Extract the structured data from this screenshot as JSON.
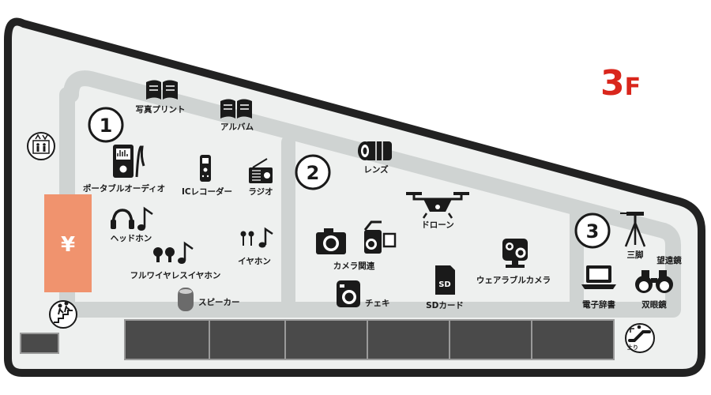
{
  "floor": {
    "number": "3",
    "suffix": "F"
  },
  "zones": [
    "1",
    "2",
    "3"
  ],
  "cashier_symbol": "¥",
  "labels": {
    "photo_print": "写真プリント",
    "album": "アルバム",
    "portable_audio": "ポータブルオーディオ",
    "ic_recorder": "ICレコーダー",
    "radio": "ラジオ",
    "headphones": "ヘッドホン",
    "earphones": "イヤホン",
    "true_wireless": "フルワイヤレスイヤホン",
    "speaker": "スピーカー",
    "lens": "レンズ",
    "drone": "ドローン",
    "camera": "カメラ関連",
    "cheki": "チェキ",
    "sd_card": "SDカード",
    "sd_icon": "SD",
    "wearable_camera": "ウェアラブルカメラ",
    "tripod": "三脚",
    "telescope": "望遠鏡",
    "e_dictionary": "電子辞書",
    "binoculars": "双眼鏡",
    "escalator_up": "上り"
  },
  "colors": {
    "outline": "#222222",
    "floor_fill": "#eef0ef",
    "aisle": "#cfd3d2",
    "cashier": "#f0936e",
    "shelf": "#4a4a4a",
    "floor_number": "#d9261c"
  },
  "icons": [
    "elevator-icon",
    "stairs-icon",
    "escalator-icon",
    "book-icon",
    "audio-player-icon",
    "ic-recorder-icon",
    "radio-icon",
    "headphones-icon",
    "earphones-icon",
    "speaker-icon",
    "lens-icon",
    "drone-icon",
    "camera-icon",
    "video-camera-icon",
    "instant-camera-icon",
    "sd-card-icon",
    "wearable-camera-icon",
    "tripod-icon",
    "laptop-icon",
    "binoculars-icon"
  ]
}
